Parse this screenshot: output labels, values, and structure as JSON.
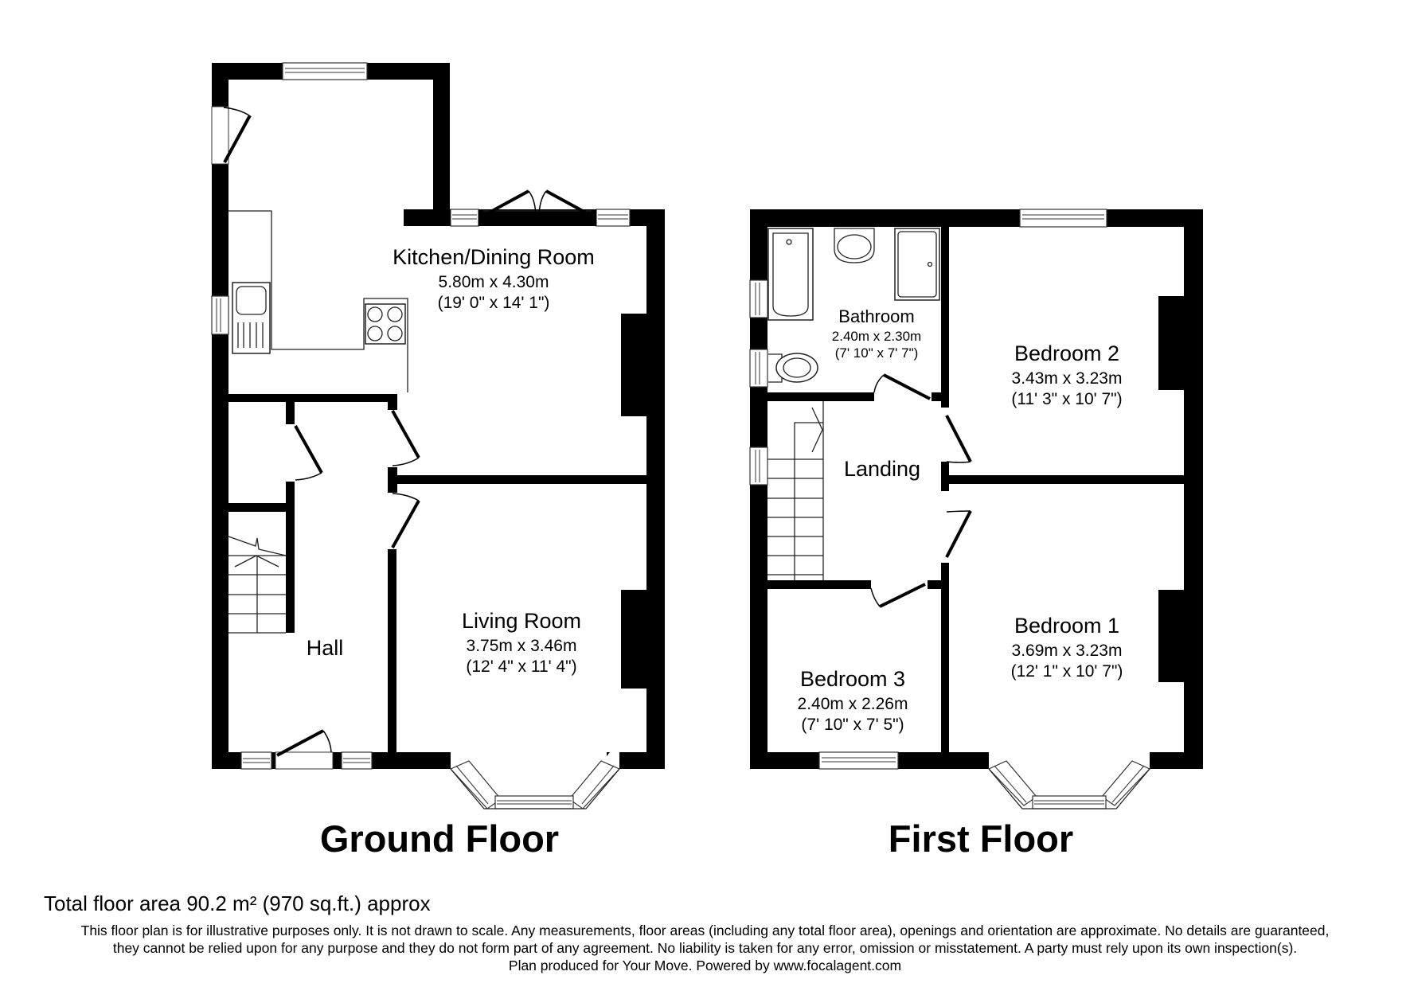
{
  "floors": [
    {
      "title": "Ground Floor",
      "rooms": [
        {
          "name": "Kitchen/Dining Room",
          "metric": "5.80m x 4.30m",
          "imperial": "(19' 0\" x 14' 1\")"
        },
        {
          "name": "Living Room",
          "metric": "3.75m x 3.46m",
          "imperial": "(12' 4\" x 11' 4\")"
        },
        {
          "name": "Hall"
        }
      ]
    },
    {
      "title": "First Floor",
      "rooms": [
        {
          "name": "Bathroom",
          "metric": "2.40m x 2.30m",
          "imperial": "(7' 10\" x 7' 7\")"
        },
        {
          "name": "Bedroom 2",
          "metric": "3.43m x 3.23m",
          "imperial": "(11' 3\" x 10' 7\")"
        },
        {
          "name": "Landing"
        },
        {
          "name": "Bedroom 3",
          "metric": "2.40m x 2.26m",
          "imperial": "(7' 10\" x 7' 5\")"
        },
        {
          "name": "Bedroom 1",
          "metric": "3.69m x 3.23m",
          "imperial": "(12' 1\" x 10' 7\")"
        }
      ]
    }
  ],
  "footer": {
    "total_area": "Total floor area 90.2 m² (970 sq.ft.) approx",
    "disclaimer_line1": "This floor plan is for illustrative purposes only. It is not drawn to scale. Any measurements, floor areas (including any total floor area), openings and orientation are approximate. No details are guaranteed,",
    "disclaimer_line2": "they cannot be relied upon for any purpose and they do not form part of any agreement. No liability is taken for any error, omission or misstatement. A party must rely upon its own inspection(s).",
    "credit": "Plan produced for Your Move. Powered by www.focalagent.com"
  },
  "colors": {
    "wall": "#000000",
    "background": "#ffffff"
  }
}
